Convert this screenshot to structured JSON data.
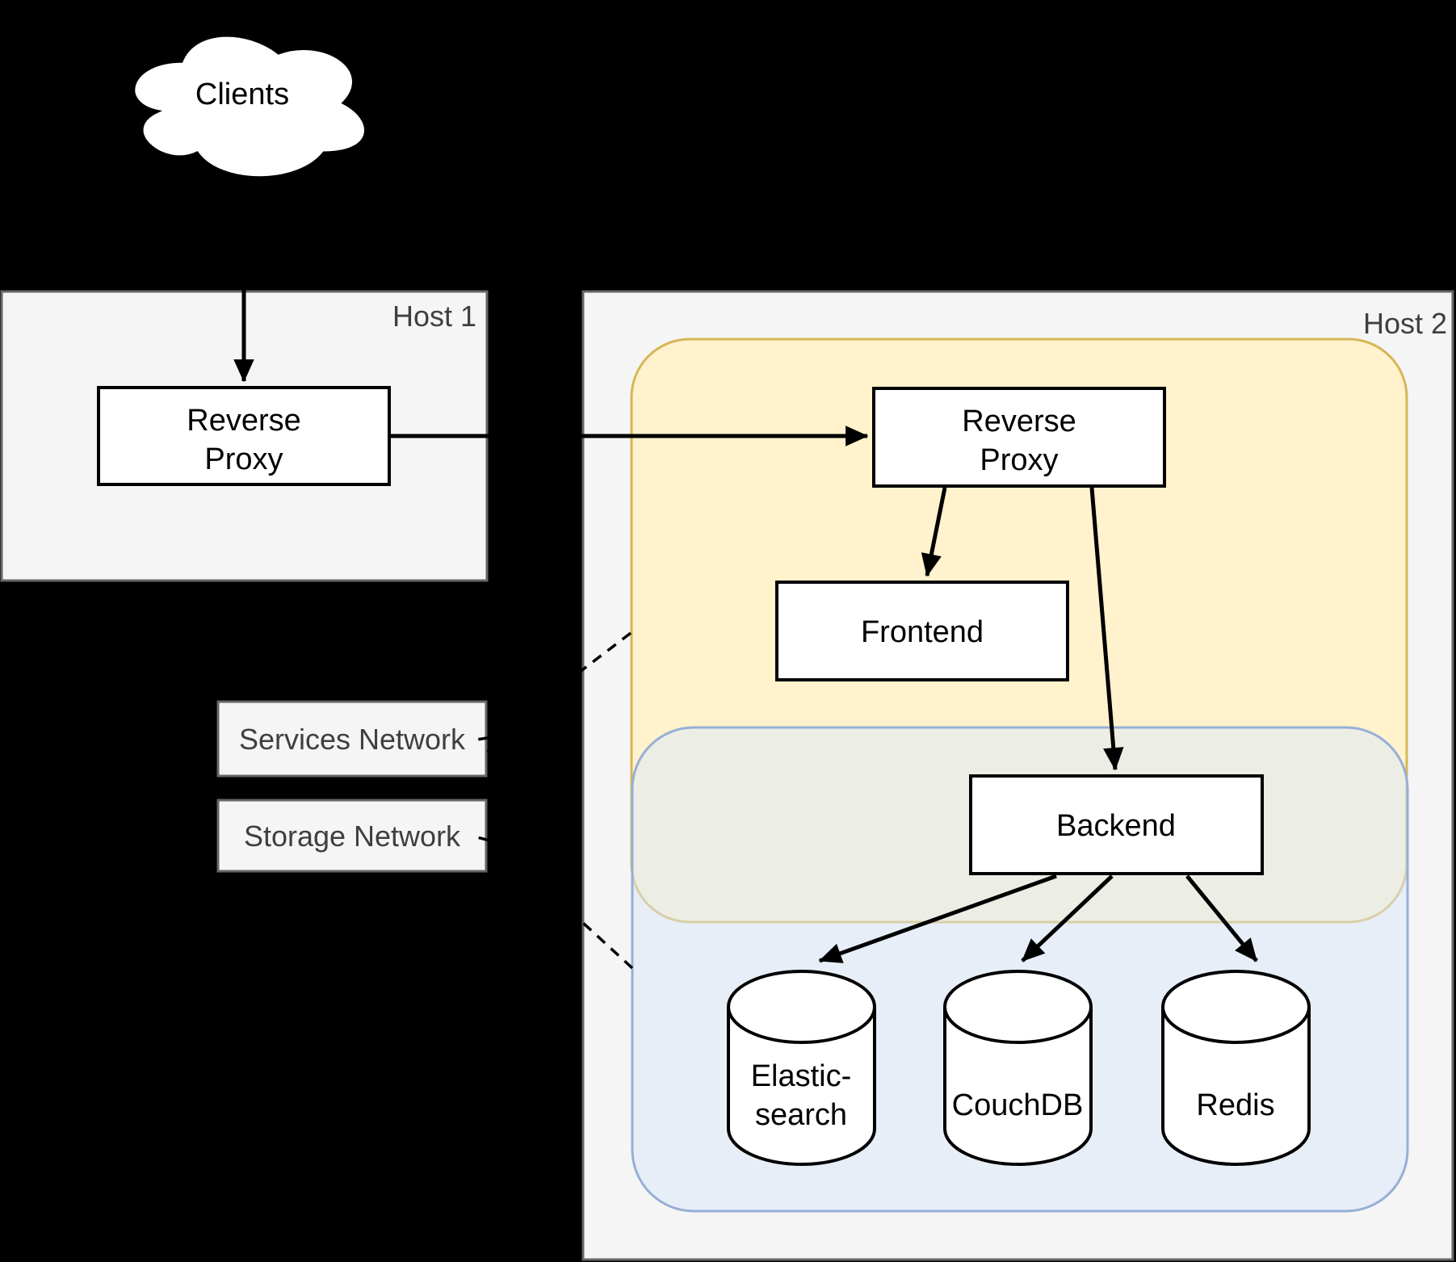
{
  "colors": {
    "canvas": "#000000",
    "host_fill": "#F5F5F5",
    "host_border": "#666666",
    "node_fill": "#FFFFFF",
    "node_border": "#000000",
    "services_region_fill": "#FFF2CC",
    "services_region_border": "#D6B656",
    "storage_region_fill": "#DAE8FC",
    "storage_region_border": "#97AFD6",
    "host_label_color": "#3F3F3F",
    "node_label_color": "#000000"
  },
  "cloud": {
    "label": "Clients"
  },
  "hosts": [
    {
      "label": "Host 1"
    },
    {
      "label": "Host 2"
    }
  ],
  "nodes": {
    "reverse_proxy_host1": {
      "line1": "Reverse",
      "line2": "Proxy"
    },
    "reverse_proxy_host2": {
      "line1": "Reverse",
      "line2": "Proxy"
    },
    "frontend": {
      "label": "Frontend"
    },
    "backend": {
      "label": "Backend"
    }
  },
  "legend": {
    "services": {
      "label": "Services Network"
    },
    "storage": {
      "label": "Storage Network"
    }
  },
  "databases": [
    {
      "line1": "Elastic-",
      "line2": "search"
    },
    {
      "line1": "CouchDB",
      "line2": ""
    },
    {
      "line1": "Redis",
      "line2": ""
    }
  ]
}
